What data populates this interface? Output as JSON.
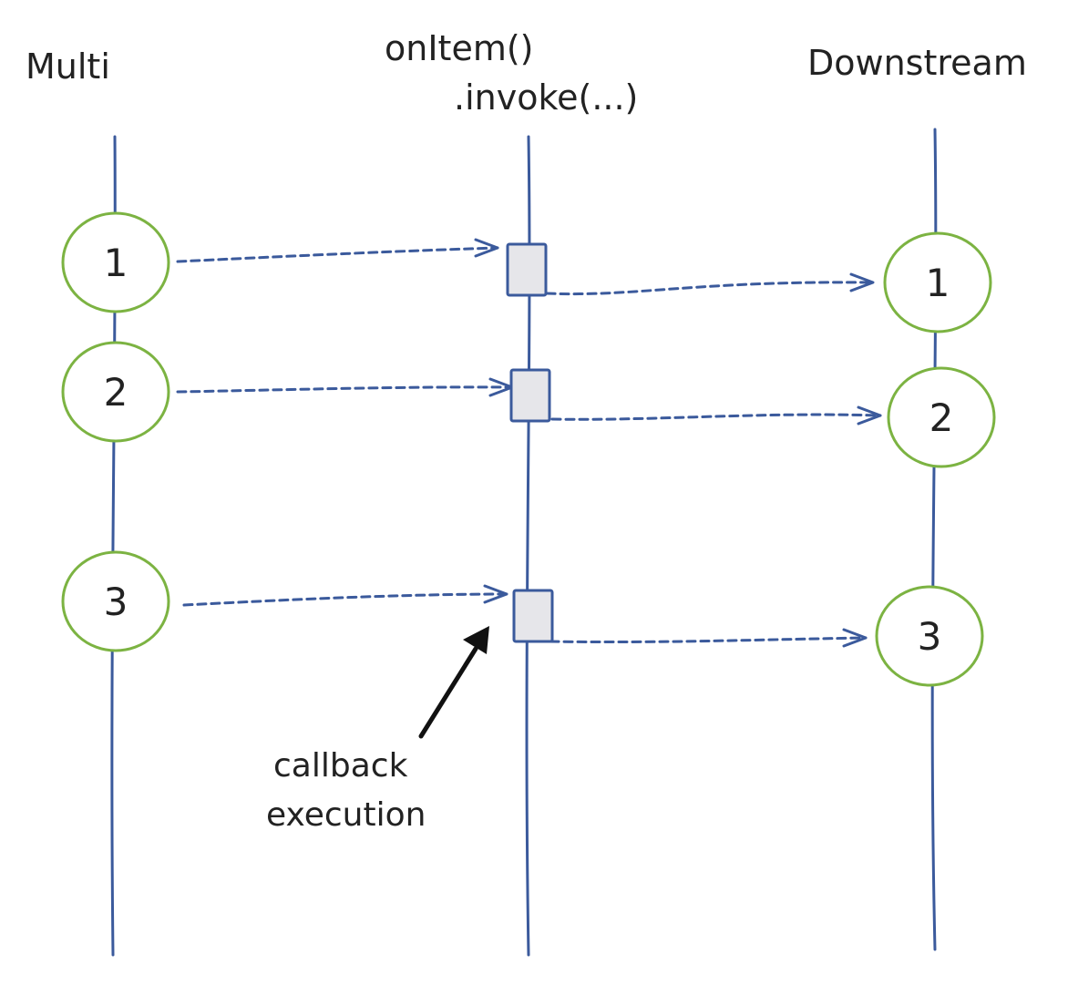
{
  "lanes": {
    "multi": "Multi",
    "operator_line1": "onItem()",
    "operator_line2": ".invoke(...)",
    "downstream": "Downstream"
  },
  "items": [
    {
      "label": "1"
    },
    {
      "label": "2"
    },
    {
      "label": "3"
    }
  ],
  "annotation": {
    "line1": "callback",
    "line2": "execution"
  },
  "colors": {
    "line": "#3b5a9c",
    "item_border": "#7cb342",
    "callback_fill": "#e6e6ea",
    "text": "#222222"
  }
}
